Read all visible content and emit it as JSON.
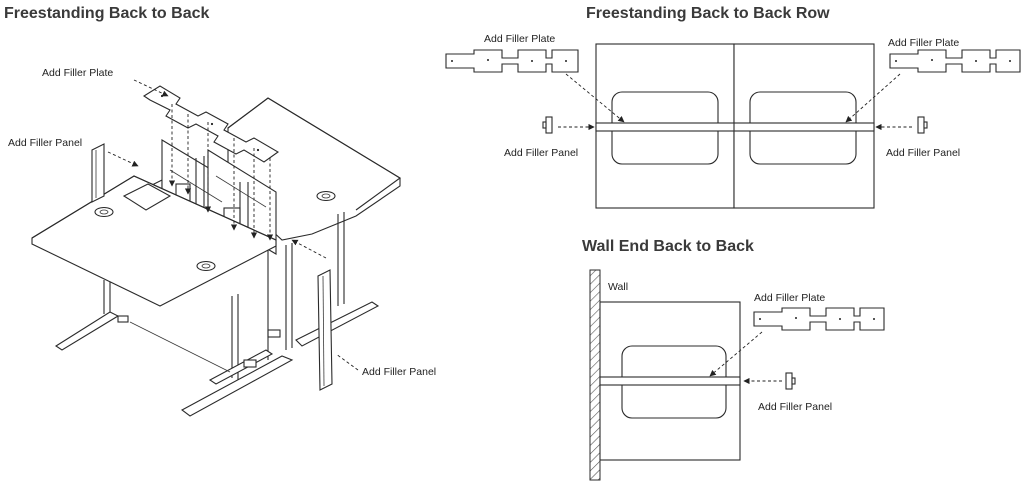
{
  "titles": {
    "freestanding": "Freestanding Back to Back",
    "row": "Freestanding Back to Back Row",
    "wall_end": "Wall End Back to Back"
  },
  "labels": {
    "iso_filler_plate": "Add Filler Plate",
    "iso_filler_panel_left": "Add Filler Panel",
    "iso_filler_panel_right": "Add Filler Panel",
    "row_filler_plate_left": "Add Filler Plate",
    "row_filler_plate_right": "Add Filler Plate",
    "row_filler_panel_left": "Add Filler Panel",
    "row_filler_panel_right": "Add Filler Panel",
    "wall": "Wall",
    "wall_filler_plate": "Add Filler Plate",
    "wall_filler_panel": "Add Filler Panel"
  }
}
